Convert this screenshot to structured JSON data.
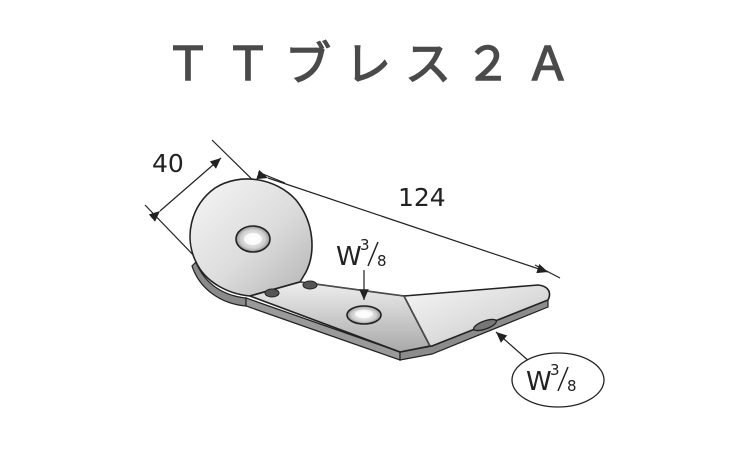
{
  "title": "ＴＴブレス２Ａ",
  "dimensions": {
    "width": "40",
    "length": "124"
  },
  "callouts": {
    "center_hole": {
      "letter": "W",
      "num": "3",
      "den": "8"
    },
    "end_hole": {
      "letter": "W",
      "num": "3",
      "den": "8"
    }
  },
  "colors": {
    "title": "#4a4a4a",
    "line": "#222222",
    "metal_light": "#f4f4f4",
    "metal_dark": "#b8b8b8"
  }
}
